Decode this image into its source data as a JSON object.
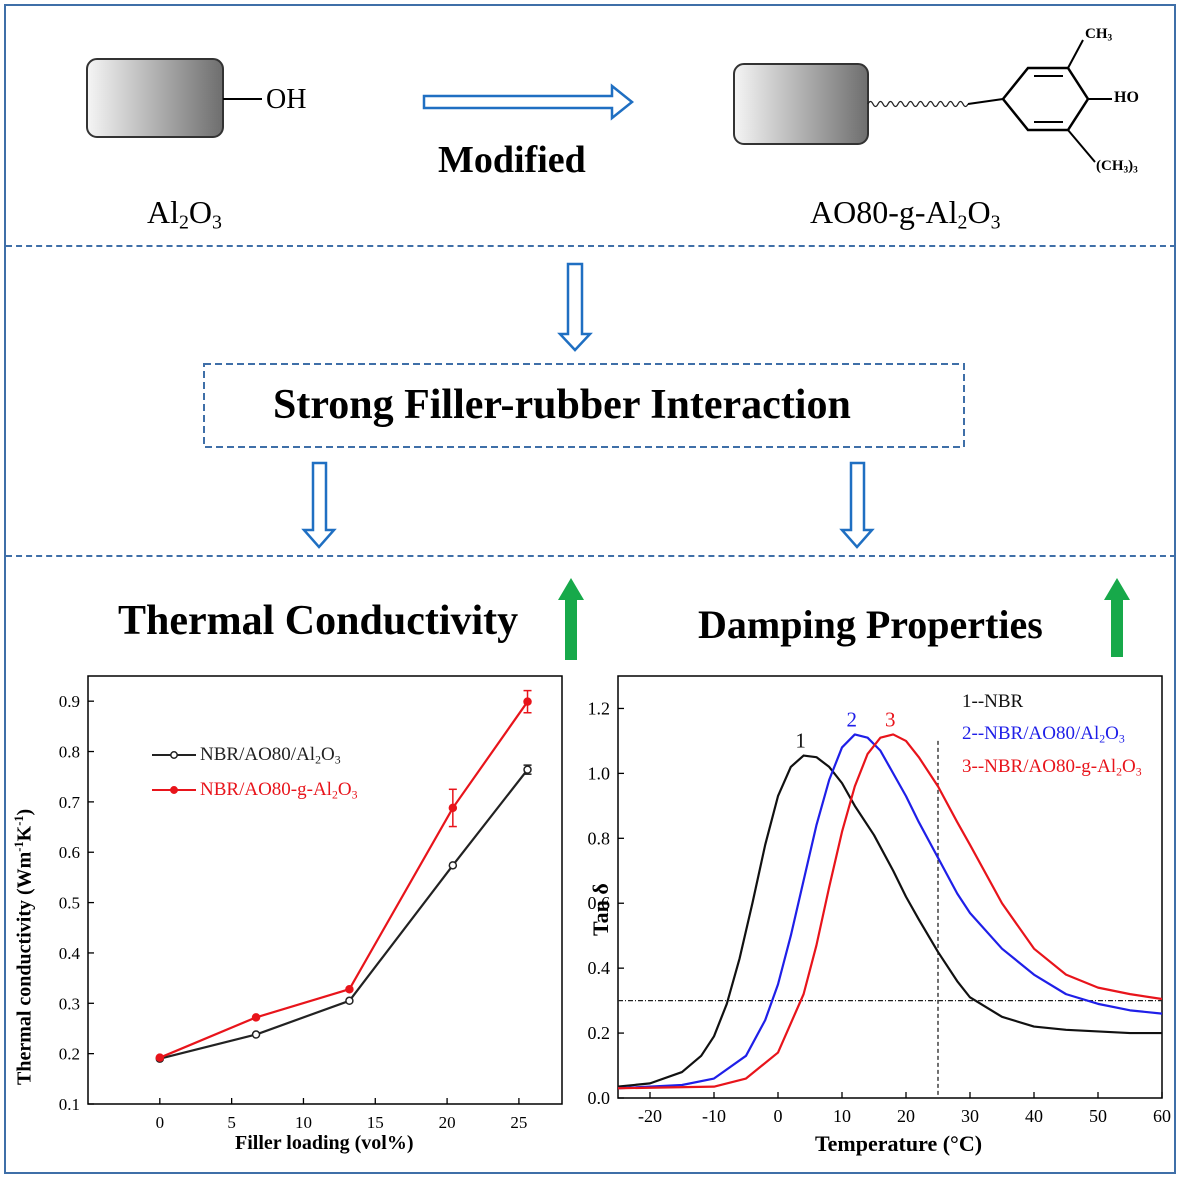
{
  "scheme": {
    "left_particle_group": "OH",
    "left_label": {
      "base": "Al",
      "sub1": "2",
      "mid": "O",
      "sub2": "3"
    },
    "process_label": "Modified",
    "right_label": {
      "base": "AO80-g-Al",
      "sub1": "2",
      "mid": "O",
      "sub2": "3"
    },
    "substituents": {
      "top": "CH",
      "top_sub": "3",
      "mid": "HO",
      "bottom": "(CH",
      "bottom_sub": "3",
      "bottom_end": ")",
      "bottom_sub2": "3"
    },
    "interaction_label": "Strong Filler-rubber Interaction",
    "result_left": "Thermal Conductivity",
    "result_right": "Damping Properties",
    "colors": {
      "frame": "#3f6fa8",
      "arrow": "#1f6fc2",
      "up_arrow": "#16a34a"
    }
  },
  "chart_data": [
    {
      "type": "line",
      "xlabel": "Filler loading (vol%)",
      "ylabel": {
        "base": "Thermal conductivity (Wm",
        "sup1": "-1",
        "mid": "K",
        "sup2": "-1",
        "end": ")"
      },
      "xlim": [
        -5,
        28
      ],
      "ylim": [
        0.1,
        0.95
      ],
      "xticks": [
        0,
        5,
        10,
        15,
        20,
        25
      ],
      "yticks": [
        0.1,
        0.2,
        0.3,
        0.4,
        0.5,
        0.6,
        0.7,
        0.8,
        0.9
      ],
      "grid": false,
      "legend_position": "upper-left",
      "series": [
        {
          "name": {
            "base": "NBR/AO80/Al",
            "sub1": "2",
            "mid": "O",
            "sub2": "3"
          },
          "color": "#222222",
          "marker": "open-circle",
          "x": [
            0,
            6.7,
            13.2,
            20.4,
            25.6
          ],
          "y": [
            0.19,
            0.238,
            0.305,
            0.574,
            0.764
          ],
          "err": [
            0.004,
            0.004,
            0.005,
            0.005,
            0.009
          ]
        },
        {
          "name": {
            "base": "NBR/AO80-g-Al",
            "sub1": "2",
            "mid": "O",
            "sub2": "3"
          },
          "color": "#e8141b",
          "marker": "filled-circle",
          "x": [
            0,
            6.7,
            13.2,
            20.4,
            25.6
          ],
          "y": [
            0.192,
            0.272,
            0.328,
            0.688,
            0.899
          ],
          "err": [
            0.004,
            0.005,
            0.006,
            0.037,
            0.022
          ]
        }
      ]
    },
    {
      "type": "line",
      "xlabel": "Temperature (°C)",
      "ylabel": "Tan δ",
      "xlim": [
        -25,
        60
      ],
      "ylim": [
        0,
        1.3
      ],
      "xticks": [
        -20,
        -10,
        0,
        10,
        20,
        30,
        40,
        50,
        60
      ],
      "yticks": [
        0.0,
        0.2,
        0.4,
        0.6,
        0.8,
        1.0,
        1.2
      ],
      "grid": false,
      "reference_lines": {
        "vertical_x": 25,
        "horizontal_y": 0.3
      },
      "legend_position": "upper-right",
      "series": [
        {
          "id": "1",
          "name": "1--NBR",
          "color": "#111111",
          "x": [
            -25,
            -20,
            -15,
            -12,
            -10,
            -8,
            -6,
            -4,
            -2,
            0,
            2,
            4,
            6,
            8,
            10,
            12,
            15,
            18,
            20,
            22,
            25,
            28,
            30,
            35,
            40,
            45,
            50,
            55,
            60
          ],
          "y": [
            0.035,
            0.045,
            0.08,
            0.13,
            0.19,
            0.29,
            0.43,
            0.6,
            0.78,
            0.93,
            1.02,
            1.055,
            1.05,
            1.02,
            0.97,
            0.9,
            0.81,
            0.7,
            0.62,
            0.55,
            0.45,
            0.36,
            0.31,
            0.25,
            0.22,
            0.21,
            0.205,
            0.2,
            0.2
          ]
        },
        {
          "id": "2",
          "name": {
            "base": "2--NBR/AO80/Al",
            "sub1": "2",
            "mid": "O",
            "sub2": "3"
          },
          "color": "#1f1fe8",
          "x": [
            -25,
            -15,
            -10,
            -5,
            -2,
            0,
            2,
            4,
            6,
            8,
            10,
            12,
            14,
            16,
            18,
            20,
            22,
            25,
            28,
            30,
            35,
            40,
            45,
            50,
            55,
            60
          ],
          "y": [
            0.03,
            0.04,
            0.06,
            0.13,
            0.24,
            0.35,
            0.5,
            0.67,
            0.84,
            0.98,
            1.08,
            1.12,
            1.11,
            1.07,
            1.0,
            0.93,
            0.85,
            0.74,
            0.63,
            0.57,
            0.46,
            0.38,
            0.32,
            0.29,
            0.27,
            0.26
          ]
        },
        {
          "id": "3",
          "name": {
            "base": "3--NBR/AO80-g-Al",
            "sub1": "2",
            "mid": "O",
            "sub2": "3"
          },
          "color": "#e8141b",
          "x": [
            -25,
            -10,
            -5,
            0,
            4,
            6,
            8,
            10,
            12,
            14,
            16,
            18,
            20,
            22,
            25,
            28,
            30,
            35,
            40,
            45,
            50,
            55,
            60
          ],
          "y": [
            0.03,
            0.035,
            0.06,
            0.14,
            0.32,
            0.47,
            0.65,
            0.82,
            0.96,
            1.06,
            1.11,
            1.12,
            1.1,
            1.05,
            0.96,
            0.85,
            0.78,
            0.6,
            0.46,
            0.38,
            0.34,
            0.32,
            0.305
          ]
        }
      ]
    }
  ]
}
